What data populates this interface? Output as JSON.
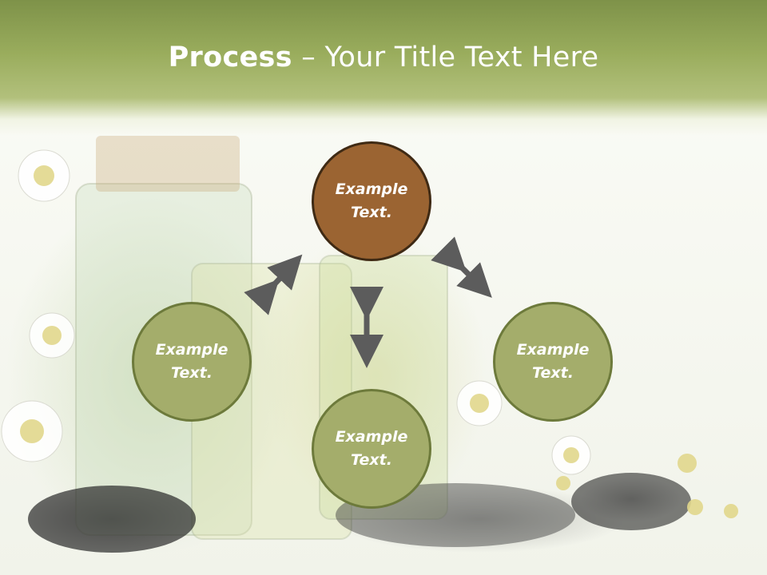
{
  "slide": {
    "title_bold": "Process",
    "title_rest": " – Your Title Text Here"
  },
  "circles": {
    "top": {
      "line1": "Example",
      "line2": "Text.",
      "color": "#9b6432"
    },
    "left": {
      "line1": "Example",
      "line2": "Text.",
      "color": "#a4ad6b"
    },
    "right": {
      "line1": "Example",
      "line2": "Text.",
      "color": "#a4ad6b"
    },
    "bottom": {
      "line1": "Example",
      "line2": "Text.",
      "color": "#a4ad6b"
    }
  },
  "colors": {
    "title_bar": "#9aad5d",
    "arrow": "#5c5c5c"
  }
}
